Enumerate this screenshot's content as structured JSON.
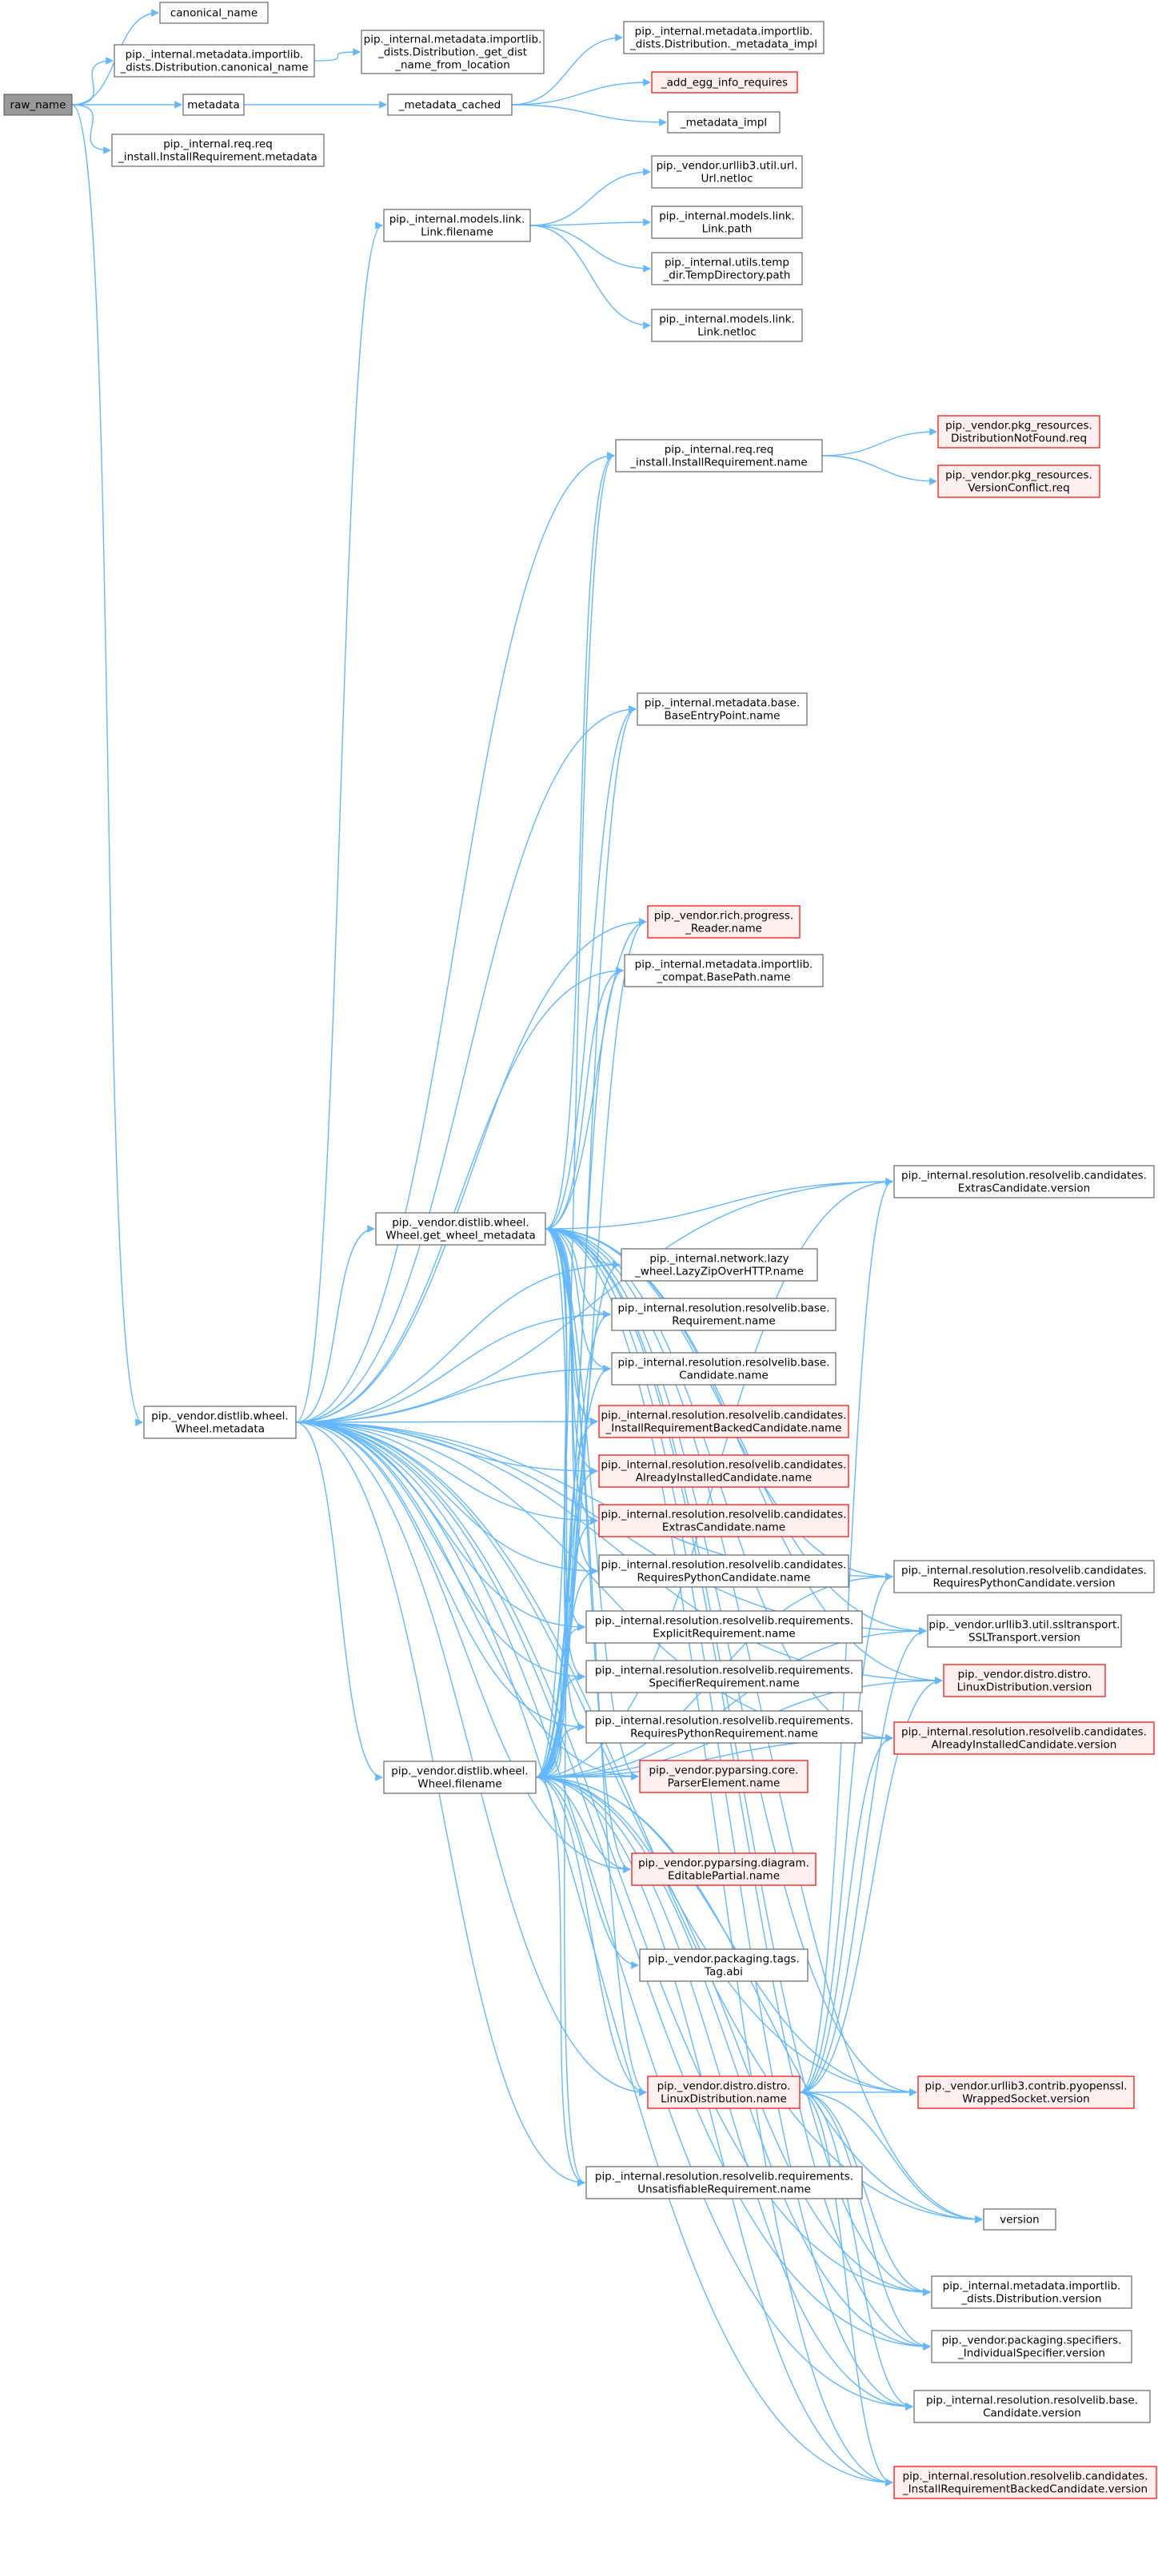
{
  "colors": {
    "edge": "#63b8ff",
    "root_fill": "#999999",
    "normal_fill": "#ffffff",
    "normal_stroke": "#666666",
    "trunc_fill": "#fff0f0",
    "trunc_stroke": "#ff0000"
  },
  "nodes": [
    {
      "id": "raw_name",
      "lines": [
        "raw_name"
      ],
      "style": "root"
    },
    {
      "id": "canonical_name",
      "lines": [
        "canonical_name"
      ],
      "style": "normal"
    },
    {
      "id": "imp_canonical",
      "lines": [
        "pip._internal.metadata.importlib.",
        "_dists.Distribution.canonical_name"
      ],
      "style": "normal"
    },
    {
      "id": "get_dist_name",
      "lines": [
        "pip._internal.metadata.importlib.",
        "_dists.Distribution._get_dist",
        "_name_from_location"
      ],
      "style": "normal"
    },
    {
      "id": "metadata",
      "lines": [
        "metadata"
      ],
      "style": "normal"
    },
    {
      "id": "metadata_cached",
      "lines": [
        "_metadata_cached"
      ],
      "style": "normal"
    },
    {
      "id": "imp_metadata_impl",
      "lines": [
        "pip._internal.metadata.importlib.",
        "_dists.Distribution._metadata_impl"
      ],
      "style": "normal"
    },
    {
      "id": "add_egg",
      "lines": [
        "_add_egg_info_requires"
      ],
      "style": "trunc"
    },
    {
      "id": "metadata_impl",
      "lines": [
        "_metadata_impl"
      ],
      "style": "normal"
    },
    {
      "id": "req_install_metadata",
      "lines": [
        "pip._internal.req.req",
        "_install.InstallRequirement.metadata"
      ],
      "style": "normal"
    },
    {
      "id": "url_netloc",
      "lines": [
        "pip._vendor.urllib3.util.url.",
        "Url.netloc"
      ],
      "style": "normal"
    },
    {
      "id": "link_filename",
      "lines": [
        "pip._internal.models.link.",
        "Link.filename"
      ],
      "style": "normal"
    },
    {
      "id": "link_path",
      "lines": [
        "pip._internal.models.link.",
        "Link.path"
      ],
      "style": "normal"
    },
    {
      "id": "tempdir_path",
      "lines": [
        "pip._internal.utils.temp",
        "_dir.TempDirectory.path"
      ],
      "style": "normal"
    },
    {
      "id": "link_netloc",
      "lines": [
        "pip._internal.models.link.",
        "Link.netloc"
      ],
      "style": "normal"
    },
    {
      "id": "req_install_name",
      "lines": [
        "pip._internal.req.req",
        "_install.InstallRequirement.name"
      ],
      "style": "normal"
    },
    {
      "id": "dist_not_found",
      "lines": [
        "pip._vendor.pkg_resources.",
        "DistributionNotFound.req"
      ],
      "style": "trunc"
    },
    {
      "id": "version_conflict",
      "lines": [
        "pip._vendor.pkg_resources.",
        "VersionConflict.req"
      ],
      "style": "trunc"
    },
    {
      "id": "base_entry_point",
      "lines": [
        "pip._internal.metadata.base.",
        "BaseEntryPoint.name"
      ],
      "style": "normal"
    },
    {
      "id": "rich_reader",
      "lines": [
        "pip._vendor.rich.progress.",
        "_Reader.name"
      ],
      "style": "trunc"
    },
    {
      "id": "base_path",
      "lines": [
        "pip._internal.metadata.importlib.",
        "_compat.BasePath.name"
      ],
      "style": "normal"
    },
    {
      "id": "get_wheel_metadata",
      "lines": [
        "pip._vendor.distlib.wheel.",
        "Wheel.get_wheel_metadata"
      ],
      "style": "normal"
    },
    {
      "id": "extras_version",
      "lines": [
        "pip._internal.resolution.resolvelib.candidates.",
        "ExtrasCandidate.version"
      ],
      "style": "normal"
    },
    {
      "id": "lazy_zip",
      "lines": [
        "pip._internal.network.lazy",
        "_wheel.LazyZipOverHTTP.name"
      ],
      "style": "normal"
    },
    {
      "id": "base_req_name",
      "lines": [
        "pip._internal.resolution.resolvelib.base.",
        "Requirement.name"
      ],
      "style": "normal"
    },
    {
      "id": "base_cand_name",
      "lines": [
        "pip._internal.resolution.resolvelib.base.",
        "Candidate.name"
      ],
      "style": "normal"
    },
    {
      "id": "wheel_metadata",
      "lines": [
        "pip._vendor.distlib.wheel.",
        "Wheel.metadata"
      ],
      "style": "normal"
    },
    {
      "id": "irbc_name",
      "lines": [
        "pip._internal.resolution.resolvelib.candidates.",
        "_InstallRequirementBackedCandidate.name"
      ],
      "style": "trunc"
    },
    {
      "id": "aic_name",
      "lines": [
        "pip._internal.resolution.resolvelib.candidates.",
        "AlreadyInstalledCandidate.name"
      ],
      "style": "trunc"
    },
    {
      "id": "extras_name",
      "lines": [
        "pip._internal.resolution.resolvelib.candidates.",
        "ExtrasCandidate.name"
      ],
      "style": "trunc"
    },
    {
      "id": "rpc_name",
      "lines": [
        "pip._internal.resolution.resolvelib.candidates.",
        "RequiresPythonCandidate.name"
      ],
      "style": "normal"
    },
    {
      "id": "rpc_version",
      "lines": [
        "pip._internal.resolution.resolvelib.candidates.",
        "RequiresPythonCandidate.version"
      ],
      "style": "normal"
    },
    {
      "id": "explicit_req",
      "lines": [
        "pip._internal.resolution.resolvelib.requirements.",
        "ExplicitRequirement.name"
      ],
      "style": "normal"
    },
    {
      "id": "ssl_version",
      "lines": [
        "pip._vendor.urllib3.util.ssltransport.",
        "SSLTransport.version"
      ],
      "style": "normal"
    },
    {
      "id": "specifier_req",
      "lines": [
        "pip._internal.resolution.resolvelib.requirements.",
        "SpecifierRequirement.name"
      ],
      "style": "normal"
    },
    {
      "id": "linux_version",
      "lines": [
        "pip._vendor.distro.distro.",
        "LinuxDistribution.version"
      ],
      "style": "trunc"
    },
    {
      "id": "rp_req",
      "lines": [
        "pip._internal.resolution.resolvelib.requirements.",
        "RequiresPythonRequirement.name"
      ],
      "style": "normal"
    },
    {
      "id": "aic_version",
      "lines": [
        "pip._internal.resolution.resolvelib.candidates.",
        "AlreadyInstalledCandidate.version"
      ],
      "style": "trunc"
    },
    {
      "id": "wheel_filename",
      "lines": [
        "pip._vendor.distlib.wheel.",
        "Wheel.filename"
      ],
      "style": "normal"
    },
    {
      "id": "parser_element",
      "lines": [
        "pip._vendor.pyparsing.core.",
        "ParserElement.name"
      ],
      "style": "trunc"
    },
    {
      "id": "editable_partial",
      "lines": [
        "pip._vendor.pyparsing.diagram.",
        "EditablePartial.name"
      ],
      "style": "trunc"
    },
    {
      "id": "tag_abi",
      "lines": [
        "pip._vendor.packaging.tags.",
        "Tag.abi"
      ],
      "style": "normal"
    },
    {
      "id": "linux_name",
      "lines": [
        "pip._vendor.distro.distro.",
        "LinuxDistribution.name"
      ],
      "style": "trunc"
    },
    {
      "id": "wrapped_socket",
      "lines": [
        "pip._vendor.urllib3.contrib.pyopenssl.",
        "WrappedSocket.version"
      ],
      "style": "trunc"
    },
    {
      "id": "unsat_req",
      "lines": [
        "pip._internal.resolution.resolvelib.requirements.",
        "UnsatisfiableRequirement.name"
      ],
      "style": "normal"
    },
    {
      "id": "version",
      "lines": [
        "version"
      ],
      "style": "normal"
    },
    {
      "id": "dist_version",
      "lines": [
        "pip._internal.metadata.importlib.",
        "_dists.Distribution.version"
      ],
      "style": "normal"
    },
    {
      "id": "ind_spec_version",
      "lines": [
        "pip._vendor.packaging.specifiers.",
        "_IndividualSpecifier.version"
      ],
      "style": "normal"
    },
    {
      "id": "base_cand_version",
      "lines": [
        "pip._internal.resolution.resolvelib.base.",
        "Candidate.version"
      ],
      "style": "normal"
    },
    {
      "id": "irbc_version",
      "lines": [
        "pip._internal.resolution.resolvelib.candidates.",
        "_InstallRequirementBackedCandidate.version"
      ],
      "style": "trunc"
    }
  ],
  "edges": [
    [
      "raw_name",
      "canonical_name"
    ],
    [
      "raw_name",
      "imp_canonical"
    ],
    [
      "raw_name",
      "metadata"
    ],
    [
      "raw_name",
      "req_install_metadata"
    ],
    [
      "raw_name",
      "wheel_metadata"
    ],
    [
      "imp_canonical",
      "get_dist_name"
    ],
    [
      "metadata",
      "metadata_cached"
    ],
    [
      "metadata_cached",
      "imp_metadata_impl"
    ],
    [
      "metadata_cached",
      "add_egg"
    ],
    [
      "metadata_cached",
      "metadata_impl"
    ],
    [
      "link_filename",
      "url_netloc"
    ],
    [
      "link_filename",
      "link_path"
    ],
    [
      "link_filename",
      "tempdir_path"
    ],
    [
      "link_filename",
      "link_netloc"
    ],
    [
      "req_install_name",
      "dist_not_found"
    ],
    [
      "req_install_name",
      "version_conflict"
    ],
    [
      "wheel_metadata",
      "link_filename"
    ],
    [
      "wheel_metadata",
      "req_install_name"
    ],
    [
      "wheel_metadata",
      "base_entry_point"
    ],
    [
      "wheel_metadata",
      "rich_reader"
    ],
    [
      "wheel_metadata",
      "base_path"
    ],
    [
      "wheel_metadata",
      "get_wheel_metadata"
    ],
    [
      "wheel_metadata",
      "lazy_zip"
    ],
    [
      "wheel_metadata",
      "base_req_name"
    ],
    [
      "wheel_metadata",
      "base_cand_name"
    ],
    [
      "wheel_metadata",
      "irbc_name"
    ],
    [
      "wheel_metadata",
      "aic_name"
    ],
    [
      "wheel_metadata",
      "extras_name"
    ],
    [
      "wheel_metadata",
      "rpc_name"
    ],
    [
      "wheel_metadata",
      "explicit_req"
    ],
    [
      "wheel_metadata",
      "specifier_req"
    ],
    [
      "wheel_metadata",
      "rp_req"
    ],
    [
      "wheel_metadata",
      "wheel_filename"
    ],
    [
      "wheel_metadata",
      "parser_element"
    ],
    [
      "wheel_metadata",
      "editable_partial"
    ],
    [
      "wheel_metadata",
      "linux_name"
    ],
    [
      "wheel_metadata",
      "unsat_req"
    ],
    [
      "wheel_metadata",
      "version"
    ],
    [
      "wheel_metadata",
      "dist_version"
    ],
    [
      "wheel_metadata",
      "ind_spec_version"
    ],
    [
      "wheel_metadata",
      "base_cand_version"
    ],
    [
      "wheel_metadata",
      "irbc_version"
    ],
    [
      "wheel_metadata",
      "extras_version"
    ],
    [
      "wheel_metadata",
      "rpc_version"
    ],
    [
      "wheel_metadata",
      "ssl_version"
    ],
    [
      "wheel_metadata",
      "linux_version"
    ],
    [
      "wheel_metadata",
      "aic_version"
    ],
    [
      "wheel_metadata",
      "wrapped_socket"
    ],
    [
      "get_wheel_metadata",
      "req_install_name"
    ],
    [
      "get_wheel_metadata",
      "base_entry_point"
    ],
    [
      "get_wheel_metadata",
      "rich_reader"
    ],
    [
      "get_wheel_metadata",
      "base_path"
    ],
    [
      "get_wheel_metadata",
      "lazy_zip"
    ],
    [
      "get_wheel_metadata",
      "base_req_name"
    ],
    [
      "get_wheel_metadata",
      "base_cand_name"
    ],
    [
      "get_wheel_metadata",
      "irbc_name"
    ],
    [
      "get_wheel_metadata",
      "aic_name"
    ],
    [
      "get_wheel_metadata",
      "extras_name"
    ],
    [
      "get_wheel_metadata",
      "rpc_name"
    ],
    [
      "get_wheel_metadata",
      "explicit_req"
    ],
    [
      "get_wheel_metadata",
      "specifier_req"
    ],
    [
      "get_wheel_metadata",
      "rp_req"
    ],
    [
      "get_wheel_metadata",
      "parser_element"
    ],
    [
      "get_wheel_metadata",
      "editable_partial"
    ],
    [
      "get_wheel_metadata",
      "linux_name"
    ],
    [
      "get_wheel_metadata",
      "unsat_req"
    ],
    [
      "get_wheel_metadata",
      "extras_version"
    ],
    [
      "get_wheel_metadata",
      "rpc_version"
    ],
    [
      "get_wheel_metadata",
      "ssl_version"
    ],
    [
      "get_wheel_metadata",
      "linux_version"
    ],
    [
      "get_wheel_metadata",
      "aic_version"
    ],
    [
      "get_wheel_metadata",
      "wrapped_socket"
    ],
    [
      "get_wheel_metadata",
      "version"
    ],
    [
      "get_wheel_metadata",
      "dist_version"
    ],
    [
      "get_wheel_metadata",
      "ind_spec_version"
    ],
    [
      "get_wheel_metadata",
      "base_cand_version"
    ],
    [
      "get_wheel_metadata",
      "irbc_version"
    ],
    [
      "wheel_filename",
      "req_install_name"
    ],
    [
      "wheel_filename",
      "base_entry_point"
    ],
    [
      "wheel_filename",
      "rich_reader"
    ],
    [
      "wheel_filename",
      "base_path"
    ],
    [
      "wheel_filename",
      "lazy_zip"
    ],
    [
      "wheel_filename",
      "base_req_name"
    ],
    [
      "wheel_filename",
      "base_cand_name"
    ],
    [
      "wheel_filename",
      "irbc_name"
    ],
    [
      "wheel_filename",
      "aic_name"
    ],
    [
      "wheel_filename",
      "extras_name"
    ],
    [
      "wheel_filename",
      "rpc_name"
    ],
    [
      "wheel_filename",
      "explicit_req"
    ],
    [
      "wheel_filename",
      "specifier_req"
    ],
    [
      "wheel_filename",
      "rp_req"
    ],
    [
      "wheel_filename",
      "parser_element"
    ],
    [
      "wheel_filename",
      "editable_partial"
    ],
    [
      "wheel_filename",
      "tag_abi"
    ],
    [
      "wheel_filename",
      "linux_name"
    ],
    [
      "wheel_filename",
      "unsat_req"
    ],
    [
      "wheel_filename",
      "version"
    ],
    [
      "wheel_filename",
      "dist_version"
    ],
    [
      "wheel_filename",
      "ind_spec_version"
    ],
    [
      "wheel_filename",
      "base_cand_version"
    ],
    [
      "wheel_filename",
      "irbc_version"
    ],
    [
      "wheel_filename",
      "extras_version"
    ],
    [
      "wheel_filename",
      "rpc_version"
    ],
    [
      "wheel_filename",
      "ssl_version"
    ],
    [
      "wheel_filename",
      "linux_version"
    ],
    [
      "wheel_filename",
      "aic_version"
    ],
    [
      "wheel_filename",
      "wrapped_socket"
    ],
    [
      "linux_name",
      "extras_version"
    ],
    [
      "linux_name",
      "rpc_version"
    ],
    [
      "linux_name",
      "ssl_version"
    ],
    [
      "linux_name",
      "linux_version"
    ],
    [
      "linux_name",
      "aic_version"
    ],
    [
      "linux_name",
      "wrapped_socket"
    ],
    [
      "linux_name",
      "version"
    ],
    [
      "linux_name",
      "dist_version"
    ],
    [
      "linux_name",
      "ind_spec_version"
    ],
    [
      "linux_name",
      "base_cand_version"
    ],
    [
      "linux_name",
      "irbc_version"
    ]
  ]
}
